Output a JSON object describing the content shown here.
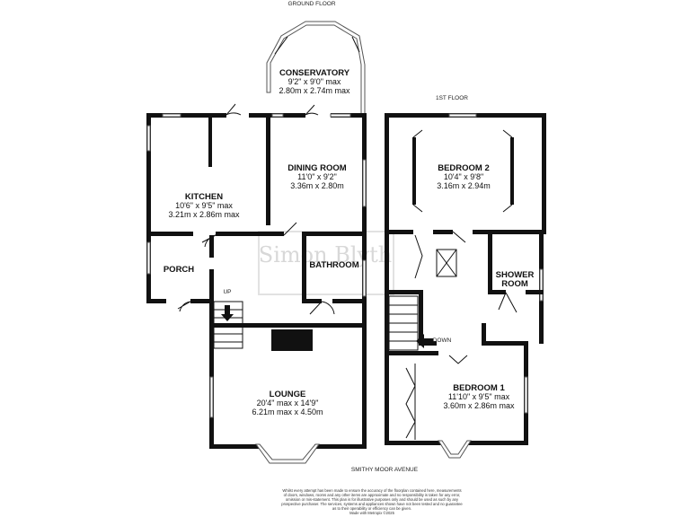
{
  "floors": {
    "ground": "GROUND FLOOR",
    "first": "1ST FLOOR"
  },
  "rooms": {
    "conservatory": {
      "name": "CONSERVATORY",
      "imperial": "9'2\" x 9'0\" max",
      "metric": "2.80m x 2.74m max"
    },
    "kitchen": {
      "name": "KITCHEN",
      "imperial": "10'6\" x 9'5\" max",
      "metric": "3.21m x 2.86m max"
    },
    "dining": {
      "name": "DINING ROOM",
      "imperial": "11'0\" x 9'2\"",
      "metric": "3.36m x 2.80m"
    },
    "porch": {
      "name": "PORCH"
    },
    "bathroom": {
      "name": "BATHROOM"
    },
    "lounge": {
      "name": "LOUNGE",
      "imperial": "20'4\" max x 14'9\"",
      "metric": "6.21m max x 4.50m"
    },
    "bedroom2": {
      "name": "BEDROOM 2",
      "imperial": "10'4\" x 9'8\"",
      "metric": "3.16m x 2.94m"
    },
    "shower": {
      "name_line1": "SHOWER",
      "name_line2": "ROOM"
    },
    "bedroom1": {
      "name": "BEDROOM 1",
      "imperial": "11'10\" x 9'5\" max",
      "metric": "3.60m x 2.86m max"
    }
  },
  "stairs": {
    "up": "UP",
    "down": "DOWN"
  },
  "street": "SMITHY MOOR AVENUE",
  "watermark": "Simon Blyth",
  "disclaimer": [
    "Whilst every attempt has been made to ensure the accuracy of the floorplan contained here, measurements",
    "of doors, windows, rooms and any other items are approximate and no responsibility is taken for any error,",
    "omission or mis-statement. This plan is for illustrative purposes only and should be used as such by any",
    "prospective purchaser. The services, systems and appliances shown have not been tested and no guarantee",
    "as to their operability or efficiency can be given.",
    "Made with Metropix ©2025"
  ]
}
